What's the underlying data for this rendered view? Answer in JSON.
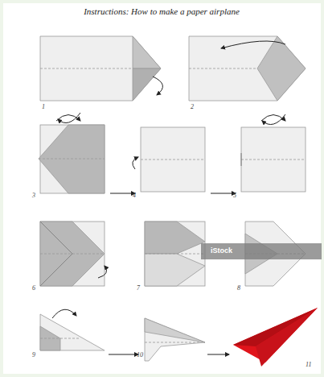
{
  "diagram": {
    "title": "Instructions: How to make a paper airplane",
    "labels": [
      "1",
      "2",
      "3",
      "4",
      "5",
      "6",
      "7",
      "8",
      "9",
      "10",
      "11",
      "iStock"
    ]
  }
}
